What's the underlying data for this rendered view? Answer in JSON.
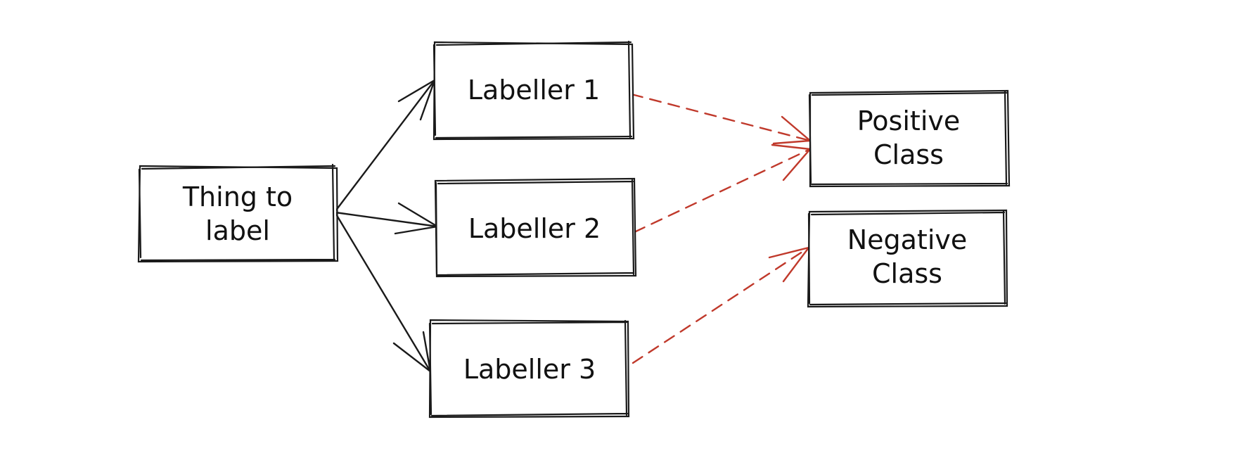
{
  "diagram": {
    "nodes": {
      "source": {
        "line1": "Thing to",
        "line2": "label"
      },
      "labeller1": {
        "label": "Labeller 1"
      },
      "labeller2": {
        "label": "Labeller 2"
      },
      "labeller3": {
        "label": "Labeller 3"
      },
      "positive": {
        "line1": "Positive",
        "line2": "Class"
      },
      "negative": {
        "line1": "Negative",
        "line2": "Class"
      }
    },
    "colors": {
      "line": "#1a1a1a",
      "dashed_arrow": "#c0392b"
    }
  }
}
